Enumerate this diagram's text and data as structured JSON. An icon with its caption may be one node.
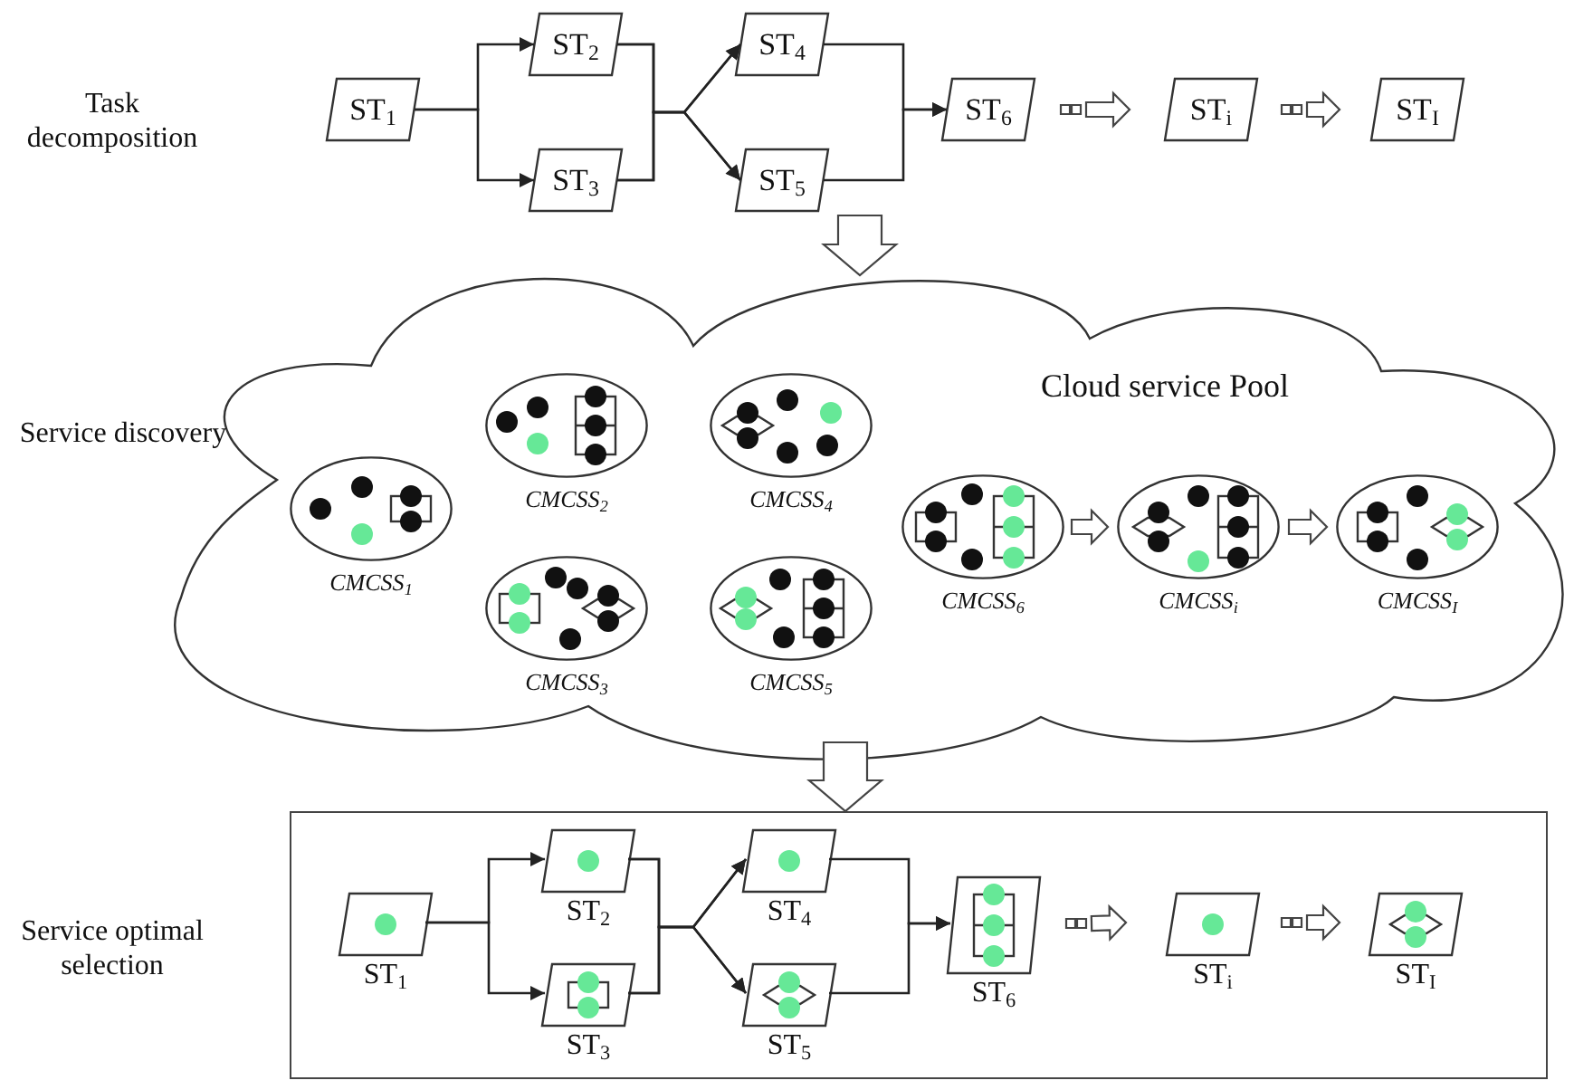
{
  "diagram": {
    "nodes": [
      {
        "text": [
          "ST$_{1}$"
        ]
      },
      {
        "text": [
          "ST$_{2}$"
        ]
      },
      {
        "text": [
          "ST$_{3}$"
        ]
      },
      {
        "text": [
          "ST$_{4}$"
        ]
      },
      {
        "text": [
          "ST$_{5}$"
        ]
      },
      {
        "text": [
          "ST$_{6}$"
        ]
      },
      {
        "text": [
          "ST$_{i}$"
        ]
      },
      {
        "text": [
          "ST$_{I}$"
        ]
      },
      {
        "text": [
          "Cloud service Pool"
        ]
      },
      {
        "text": [
          "CMCSS$_{1}$"
        ],
        "in": 8
      },
      {
        "text": [
          "CMCSS$_{2}$"
        ],
        "in": 8
      },
      {
        "text": [
          "CMCSS$_{3}$"
        ],
        "in": 8
      },
      {
        "text": [
          "CMCSS$_{4}$"
        ],
        "in": 8
      },
      {
        "text": [
          "CMCSS$_{5}$"
        ],
        "in": 8
      },
      {
        "text": [
          "CMCSS$_{6}$"
        ],
        "in": 8
      },
      {
        "text": [
          "CMCSS$_{i}$"
        ],
        "in": 8
      },
      {
        "text": [
          "CMCSS$_{I}$"
        ],
        "in": 8
      },
      {
        "text": [],
        "shape": "box"
      },
      {
        "text": [
          "ST$_{1}$"
        ],
        "in": 17
      },
      {
        "text": [
          "ST$_{2}$"
        ],
        "in": 17
      },
      {
        "text": [
          "ST$_{3}$"
        ],
        "in": 17
      },
      {
        "text": [
          "ST$_{4}$"
        ],
        "in": 17
      },
      {
        "text": [
          "ST$_{5}$"
        ],
        "in": 17
      },
      {
        "text": [
          "ST$_{6}$"
        ],
        "in": 17
      },
      {
        "text": [
          "ST$_{i}$"
        ],
        "in": 17
      },
      {
        "text": [
          "ST$_{I}$"
        ],
        "in": 17
      }
    ],
    "edges": [
      {
        "from": 0,
        "to": 1,
        "arrow": "to"
      },
      {
        "from": 0,
        "to": 2,
        "arrow": "to"
      },
      {
        "from": 1,
        "to": 3,
        "arrow": "to"
      },
      {
        "from": 1,
        "to": 4,
        "arrow": "to"
      },
      {
        "from": 2,
        "to": 3,
        "arrow": "to"
      },
      {
        "from": 2,
        "to": 4,
        "arrow": "to"
      },
      {
        "from": 3,
        "to": 5,
        "arrow": "to"
      },
      {
        "from": 4,
        "to": 5,
        "arrow": "to"
      },
      {
        "from": 5,
        "to": 6,
        "arrow": "to"
      },
      {
        "from": 6,
        "to": 7,
        "arrow": "to"
      },
      {
        "from": null,
        "to": 8,
        "arrow": "to"
      },
      {
        "from": 14,
        "to": 15,
        "arrow": "to"
      },
      {
        "from": 15,
        "to": 16,
        "arrow": "to"
      },
      {
        "from": 8,
        "to": 17,
        "arrow": "to"
      },
      {
        "from": 18,
        "to": 19,
        "arrow": "to"
      },
      {
        "from": 18,
        "to": 20,
        "arrow": "to"
      },
      {
        "from": 19,
        "to": 21,
        "arrow": "to"
      },
      {
        "from": 19,
        "to": 22,
        "arrow": "to"
      },
      {
        "from": 20,
        "to": 21,
        "arrow": "to"
      },
      {
        "from": 20,
        "to": 22,
        "arrow": "to"
      },
      {
        "from": 21,
        "to": 23,
        "arrow": "to"
      },
      {
        "from": 22,
        "to": 23,
        "arrow": "to"
      },
      {
        "from": 23,
        "to": 24,
        "arrow": "to"
      },
      {
        "from": 24,
        "to": 25,
        "arrow": "to"
      }
    ],
    "labels": [
      "Task decomposition",
      "Service discovery",
      "Service optimal selection"
    ]
  }
}
